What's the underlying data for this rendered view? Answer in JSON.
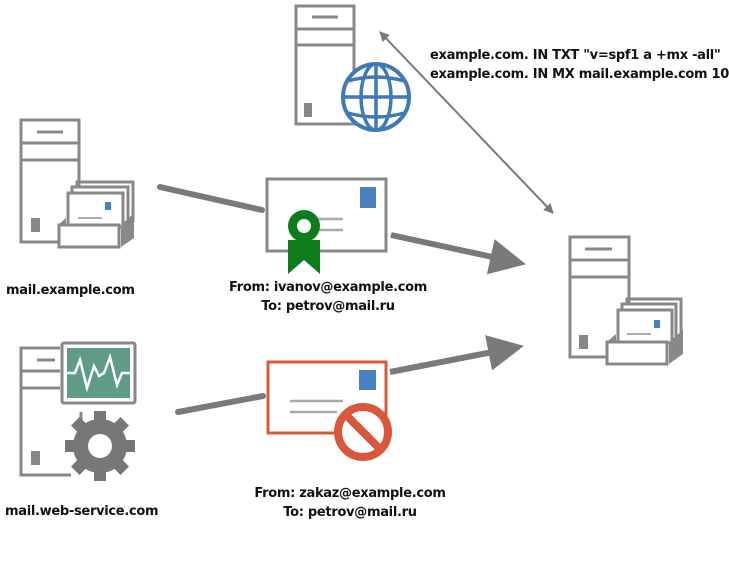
{
  "colors": {
    "server_gray": "#888888",
    "arrow_gray": "#7a7a7a",
    "stamp_blue": "#4a7fc2",
    "globe_blue": "#3f79b6",
    "ribbon_green": "#0c7c1c",
    "block_red": "#d9583c",
    "monitor_green": "#5f9c88"
  },
  "dns": {
    "records": [
      "example.com. IN TXT \"v=spf1 a +mx -all\"",
      "example.com. IN MX mail.example.com 10"
    ]
  },
  "nodes": {
    "dns_server": {
      "icon": "dns-server-globe-icon"
    },
    "legit_sender": {
      "label": "mail.example.com",
      "icon": "mail-server-icon"
    },
    "spoof_sender": {
      "label": "mail.web-service.com",
      "icon": "web-service-server-icon"
    },
    "recipient": {
      "icon": "mail-server-icon"
    }
  },
  "messages": {
    "legit": {
      "from": "From: ivanov@example.com",
      "to": "To: petrov@mail.ru",
      "status": "verified"
    },
    "spoof": {
      "from": "From: zakaz@example.com",
      "to": "To: petrov@mail.ru",
      "status": "blocked"
    }
  }
}
